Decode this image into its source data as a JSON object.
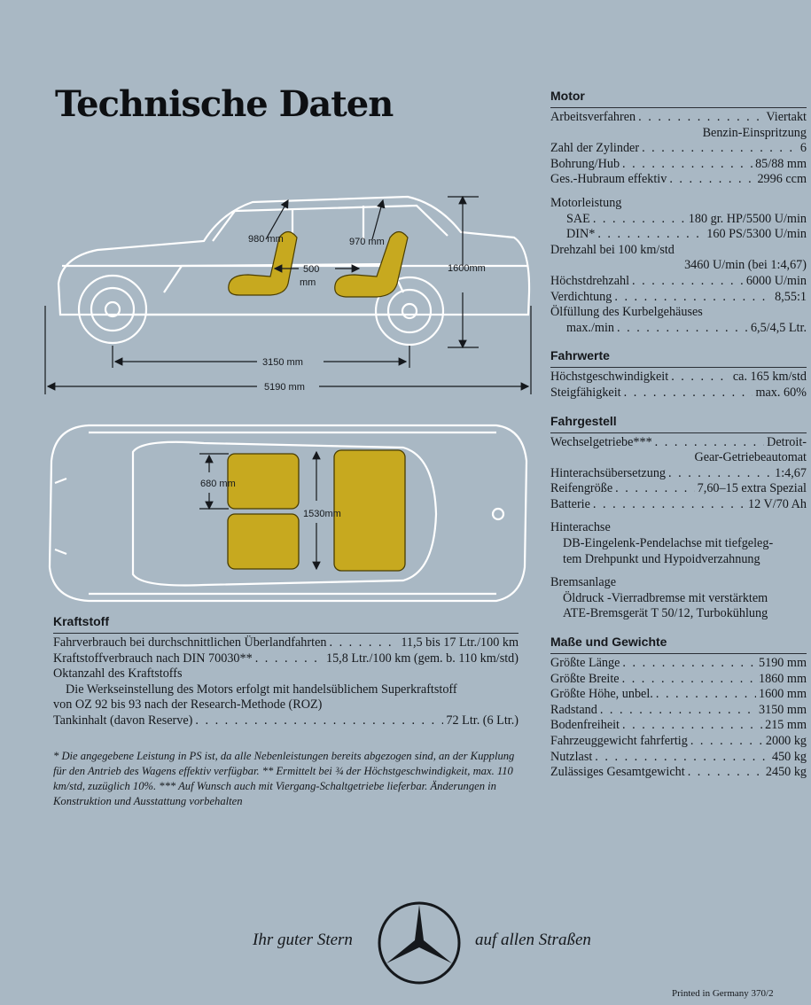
{
  "title": "Technische Daten",
  "diagram": {
    "dims": [
      "980 mm",
      "970 mm",
      "500",
      "mm",
      "1600mm",
      "3150 mm",
      "5190 mm",
      "680 mm",
      "1530mm"
    ]
  },
  "motor": {
    "heading": "Motor",
    "r1": {
      "k": "Arbeitsverfahren",
      "v": "Viertakt"
    },
    "r1b": "Benzin-Einspritzung",
    "r2": {
      "k": "Zahl der Zylinder",
      "v": "6"
    },
    "r3": {
      "k": "Bohrung/Hub",
      "v": "85/88 mm"
    },
    "r4": {
      "k": "Ges.-Hubraum effektiv",
      "v": "2996 ccm"
    },
    "leistung": "Motorleistung",
    "sae": {
      "k": "SAE",
      "v": "180 gr. HP/5500 U/min"
    },
    "din": {
      "k": "DIN*",
      "v": "160 PS/5300 U/min"
    },
    "drehzahl": "Drehzahl bei 100 km/std",
    "drehzahl_v": "3460 U/min (bei 1:4,67)",
    "hoechst": {
      "k": "Höchstdrehzahl",
      "v": "6000 U/min"
    },
    "verd": {
      "k": "Verdichtung",
      "v": "8,55:1"
    },
    "oel": "Ölfüllung des Kurbelgehäuses",
    "oel_v": {
      "k": "max./min",
      "v": "6,5/4,5 Ltr."
    }
  },
  "fahrwerte": {
    "heading": "Fahrwerte",
    "r1": {
      "k": "Höchstgeschwindigkeit",
      "v": "ca. 165 km/std"
    },
    "r2": {
      "k": "Steigfähigkeit",
      "v": "max. 60%"
    }
  },
  "fahrgestell": {
    "heading": "Fahrgestell",
    "r1": {
      "k": "Wechselgetriebe***",
      "v": "Detroit-"
    },
    "r1b": "Gear-Getriebeautomat",
    "r2": {
      "k": "Hinterachsübersetzung",
      "v": "1:4,67"
    },
    "r3": {
      "k": "Reifengröße",
      "v": "7,60–15 extra Spezial"
    },
    "r4": {
      "k": "Batterie",
      "v": "12 V/70 Ah"
    },
    "hinterachse": "Hinterachse",
    "hinterachse_t1": "DB-Eingelenk-Pendelachse mit tiefgeleg-",
    "hinterachse_t2": "tem Drehpunkt und Hypoidverzahnung",
    "brems": "Bremsanlage",
    "brems_t1": "Öldruck -Vierradbremse mit verstärktem",
    "brems_t2": "ATE-Bremsgerät T 50/12, Turbokühlung"
  },
  "masse": {
    "heading": "Maße und Gewichte",
    "rows": [
      {
        "k": "Größte Länge",
        "v": "5190 mm"
      },
      {
        "k": "Größte Breite",
        "v": "1860 mm"
      },
      {
        "k": "Größte Höhe, unbel.",
        "v": "1600 mm"
      },
      {
        "k": "Radstand",
        "v": "3150 mm"
      },
      {
        "k": "Bodenfreiheit",
        "v": "215 mm"
      },
      {
        "k": "Fahrzeuggewicht fahrfertig",
        "v": "2000 kg"
      },
      {
        "k": "Nutzlast",
        "v": "450 kg"
      },
      {
        "k": "Zulässiges Gesamtgewicht",
        "v": "2450 kg"
      }
    ]
  },
  "kraftstoff": {
    "heading": "Kraftstoff",
    "r1": {
      "k": "Fahrverbrauch bei durchschnittlichen Überlandfahrten",
      "v": "11,5 bis 17 Ltr./100 km"
    },
    "r2": {
      "k": "Kraftstoffverbrauch nach DIN 70030**",
      "v": "15,8 Ltr./100 km (gem. b. 110 km/std)"
    },
    "r3": "Oktanzahl des Kraftstoffs",
    "r4": "Die Werkseinstellung des Motors erfolgt mit handelsüblichem Superkraftstoff",
    "r5": "von OZ 92 bis 93 nach der Research-Methode (ROZ)",
    "r6": {
      "k": "Tankinhalt (davon Reserve)",
      "v": "72 Ltr. (6 Ltr.)"
    }
  },
  "footnote": "* Die angegebene Leistung in PS ist, da alle Nebenleistungen bereits abgezogen sind, an der Kupplung für den Antrieb des Wagens effektiv verfügbar. ** Ermittelt bei ¾ der Höchstgeschwindigkeit, max. 110 km/std, zuzüglich 10%. *** Auf Wunsch auch mit Viergang-Schaltgetriebe lieferbar. Änderungen in Konstruktion und Ausstattung vorbehalten",
  "motto_left": "Ihr guter Stern",
  "motto_right": "auf allen Straßen",
  "printed": "Printed in Germany 370/2",
  "icons": {
    "logo": "mercedes-star-icon"
  },
  "colors": {
    "background": "#a9b8c4",
    "seat": "#c7a91f",
    "drawing": "#ffffff"
  }
}
